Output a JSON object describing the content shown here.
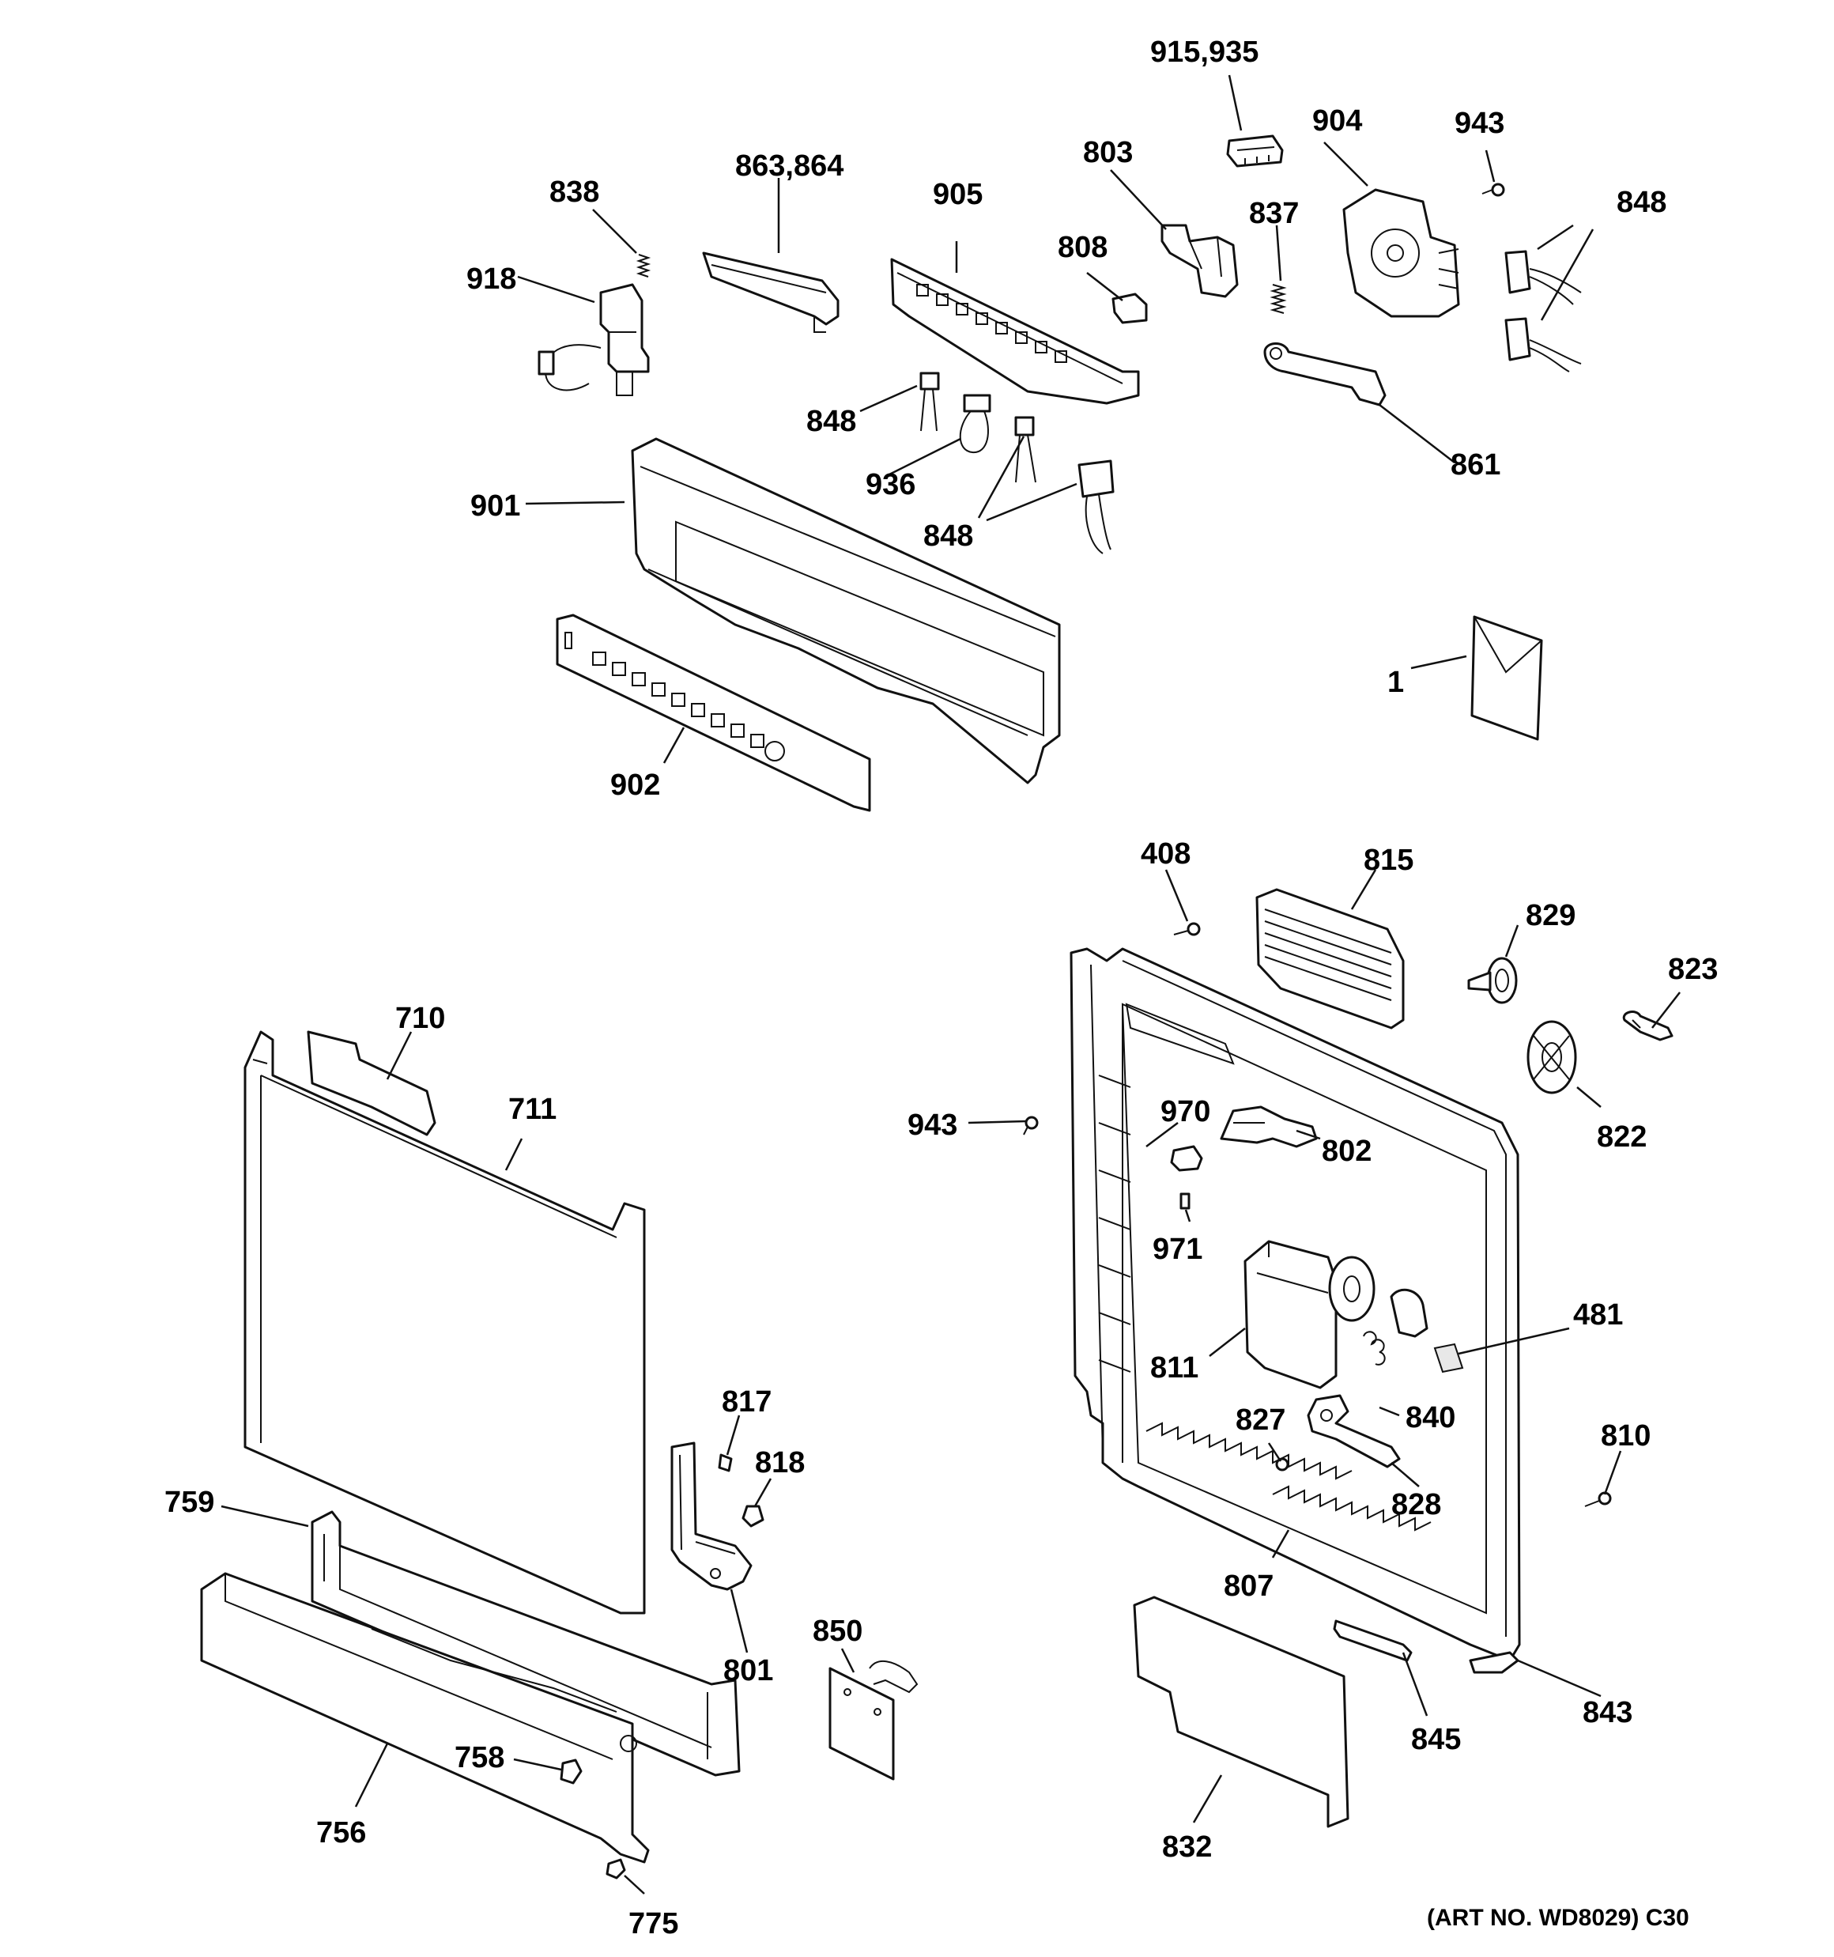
{
  "diagram": {
    "art_number": "(ART NO. WD8029) C30",
    "callouts": {
      "c915_935": "915,935",
      "c904": "904",
      "c943a": "943",
      "c863_864": "863,864",
      "c803": "803",
      "c838": "838",
      "c905": "905",
      "c848a": "848",
      "c837": "837",
      "c808": "808",
      "c918": "918",
      "c848b": "848",
      "c936": "936",
      "c861": "861",
      "c901": "901",
      "c848c": "848",
      "c1": "1",
      "c902": "902",
      "c408": "408",
      "c815": "815",
      "c829": "829",
      "c823": "823",
      "c710": "710",
      "c711": "711",
      "c943b": "943",
      "c970": "970",
      "c802": "802",
      "c822": "822",
      "c971": "971",
      "c481": "481",
      "c811": "811",
      "c817": "817",
      "c840": "840",
      "c827": "827",
      "c810": "810",
      "c818": "818",
      "c759": "759",
      "c828": "828",
      "c807": "807",
      "c801": "801",
      "c850": "850",
      "c843": "843",
      "c758": "758",
      "c845": "845",
      "c756": "756",
      "c832": "832",
      "c775": "775"
    }
  }
}
